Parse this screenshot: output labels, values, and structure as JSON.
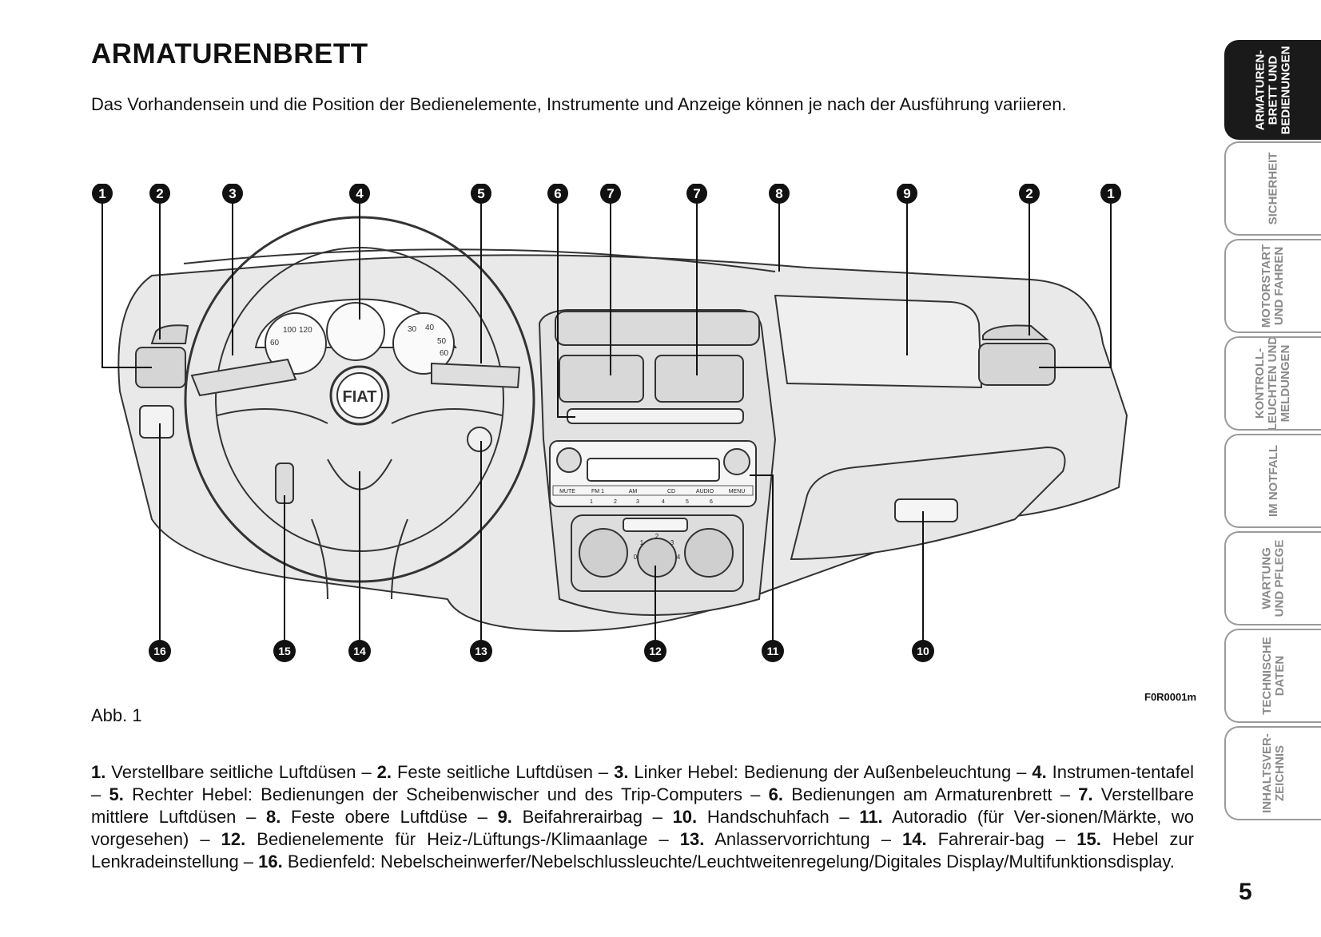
{
  "page": {
    "title": "ARMATURENBRETT",
    "subtitle": "Das Vorhandensein und die Position der Bedienelemente, Instrumente und Anzeige können je nach der Ausführung variieren.",
    "figure_caption": "Abb. 1",
    "figure_code": "F0R0001m",
    "page_number": "5"
  },
  "callouts_top": [
    "1",
    "2",
    "3",
    "4",
    "5",
    "6",
    "7",
    "7",
    "8",
    "9",
    "2",
    "1"
  ],
  "callouts_bottom": [
    "16",
    "15",
    "14",
    "13",
    "12",
    "11",
    "10"
  ],
  "dashboard": {
    "logo": "FIAT",
    "radio_buttons": [
      "MUTE",
      "FM 1",
      "AM",
      "CD",
      "AUDIO",
      "MENU"
    ],
    "radio_presets": [
      "1",
      "2",
      "3",
      "4",
      "5",
      "6"
    ],
    "gauge_speed_ticks": [
      "60",
      "100",
      "120"
    ],
    "gauge_rpm_ticks": [
      "30",
      "40",
      "50",
      "60"
    ],
    "fan_ticks": [
      "0",
      "1",
      "2",
      "3",
      "4"
    ]
  },
  "legend": [
    {
      "num": "1.",
      "text": "Verstellbare seitliche Luftdüsen –"
    },
    {
      "num": "2.",
      "text": "Feste seitliche Luftdüsen –"
    },
    {
      "num": "3.",
      "text": "Linker Hebel: Bedienung der Außenbeleuchtung –"
    },
    {
      "num": "4.",
      "text": "Instrumen-tentafel –"
    },
    {
      "num": "5.",
      "text": "Rechter Hebel: Bedienungen der Scheibenwischer und des Trip-Computers –"
    },
    {
      "num": "6.",
      "text": "Bedienungen am Armaturenbrett –"
    },
    {
      "num": "7.",
      "text": "Verstellbare mittlere Luftdüsen –"
    },
    {
      "num": "8.",
      "text": "Feste obere Luftdüse –"
    },
    {
      "num": "9.",
      "text": "Beifahrerairbag –"
    },
    {
      "num": "10.",
      "text": "Handschuhfach –"
    },
    {
      "num": "11.",
      "text": "Autoradio (für Ver-sionen/Märkte, wo vorgesehen) –"
    },
    {
      "num": "12.",
      "text": "Bedienelemente für Heiz-/Lüftungs-/Klimaanlage –"
    },
    {
      "num": "13.",
      "text": "Anlasservorrichtung –"
    },
    {
      "num": "14.",
      "text": "Fahrerair-bag –"
    },
    {
      "num": "15.",
      "text": "Hebel zur Lenkradeinstellung –"
    },
    {
      "num": "16.",
      "text": "Bedienfeld: Nebelscheinwerfer/Nebelschlussleuchte/Leuchtweitenregelung/Digitales Display/Multifunktionsdisplay."
    }
  ],
  "tabs": [
    {
      "label": "ARMATUREN-\nBRETT UND\nBEDIENUNGEN",
      "active": true
    },
    {
      "label": "SICHERHEIT",
      "active": false
    },
    {
      "label": "MOTORSTART\nUND FAHREN",
      "active": false
    },
    {
      "label": "KONTROLL-\nLEUCHTEN UND\nMELDUNGEN",
      "active": false
    },
    {
      "label": "IM NOTFALL",
      "active": false
    },
    {
      "label": "WARTUNG\nUND PFLEGE",
      "active": false
    },
    {
      "label": "TECHNISCHE\nDATEN",
      "active": false
    },
    {
      "label": "INHALTSVER-\nZEICHNIS",
      "active": false
    }
  ]
}
